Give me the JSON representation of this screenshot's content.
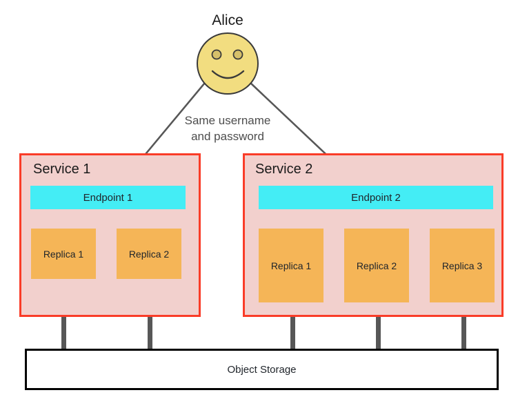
{
  "diagram": {
    "actor": {
      "label": "Alice",
      "icon": "smiley-face-icon",
      "face_color": "#f2dd80",
      "outline_color": "#3a3a3a"
    },
    "flow_label": "Same username\nand password",
    "flow_label_line1": "Same username",
    "flow_label_line2": "and password",
    "arrow_color": "#575757",
    "connector_color": "#575757",
    "services": [
      {
        "title": "Service 1",
        "border_color": "#fa3c28",
        "fill_color": "#f2d0cd",
        "endpoint": {
          "label": "Endpoint 1",
          "color": "#44edf5"
        },
        "replicas": [
          {
            "label": "Replica 1",
            "color": "#f5b557"
          },
          {
            "label": "Replica 2",
            "color": "#f5b557"
          }
        ]
      },
      {
        "title": "Service 2",
        "border_color": "#fa3c28",
        "fill_color": "#f2d0cd",
        "endpoint": {
          "label": "Endpoint 2",
          "color": "#44edf5"
        },
        "replicas": [
          {
            "label": "Replica 1",
            "color": "#f5b557"
          },
          {
            "label": "Replica 2",
            "color": "#f5b557"
          },
          {
            "label": "Replica 3",
            "color": "#f5b557"
          }
        ]
      }
    ],
    "storage": {
      "label": "Object Storage",
      "border_color": "#000000",
      "fill_color": "#ffffff"
    }
  }
}
